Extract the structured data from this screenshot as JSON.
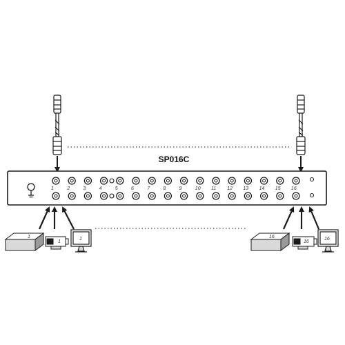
{
  "device": {
    "model": "SP016C",
    "port_labels": [
      "1",
      "2",
      "3",
      "4",
      "5",
      "6",
      "7",
      "8",
      "9",
      "10",
      "11",
      "12",
      "13",
      "14",
      "15",
      "16"
    ]
  },
  "left_group": {
    "recorder_label": "1",
    "camera_label": "1",
    "monitor_label": "1"
  },
  "right_group": {
    "recorder_label": "16",
    "camera_label": "16",
    "monitor_label": "16"
  },
  "colors": {
    "line": "#1a1a1a",
    "panel_fill": "#ffffff",
    "device_shade": "#d9d9d9",
    "dotted": "#444444"
  }
}
